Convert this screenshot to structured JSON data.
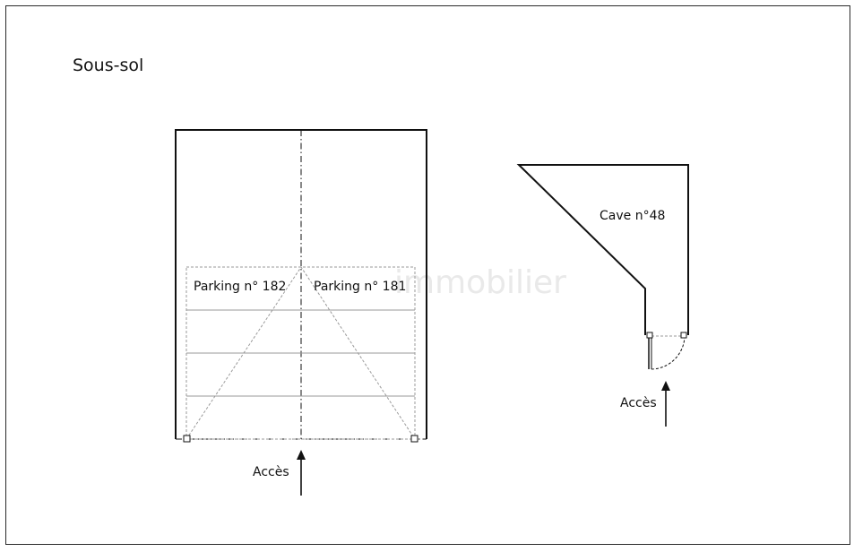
{
  "title": "Sous-sol",
  "parking": {
    "left_label": "Parking n° 182",
    "right_label": "Parking n° 181"
  },
  "cave": {
    "label": "Cave n°48"
  },
  "access": {
    "parking_label": "Accès",
    "cave_label": "Accès"
  },
  "watermark": "immobilier",
  "colors": {
    "line": "#111111",
    "thin": "#9a9a9a",
    "frame": "#2a2a2a"
  }
}
